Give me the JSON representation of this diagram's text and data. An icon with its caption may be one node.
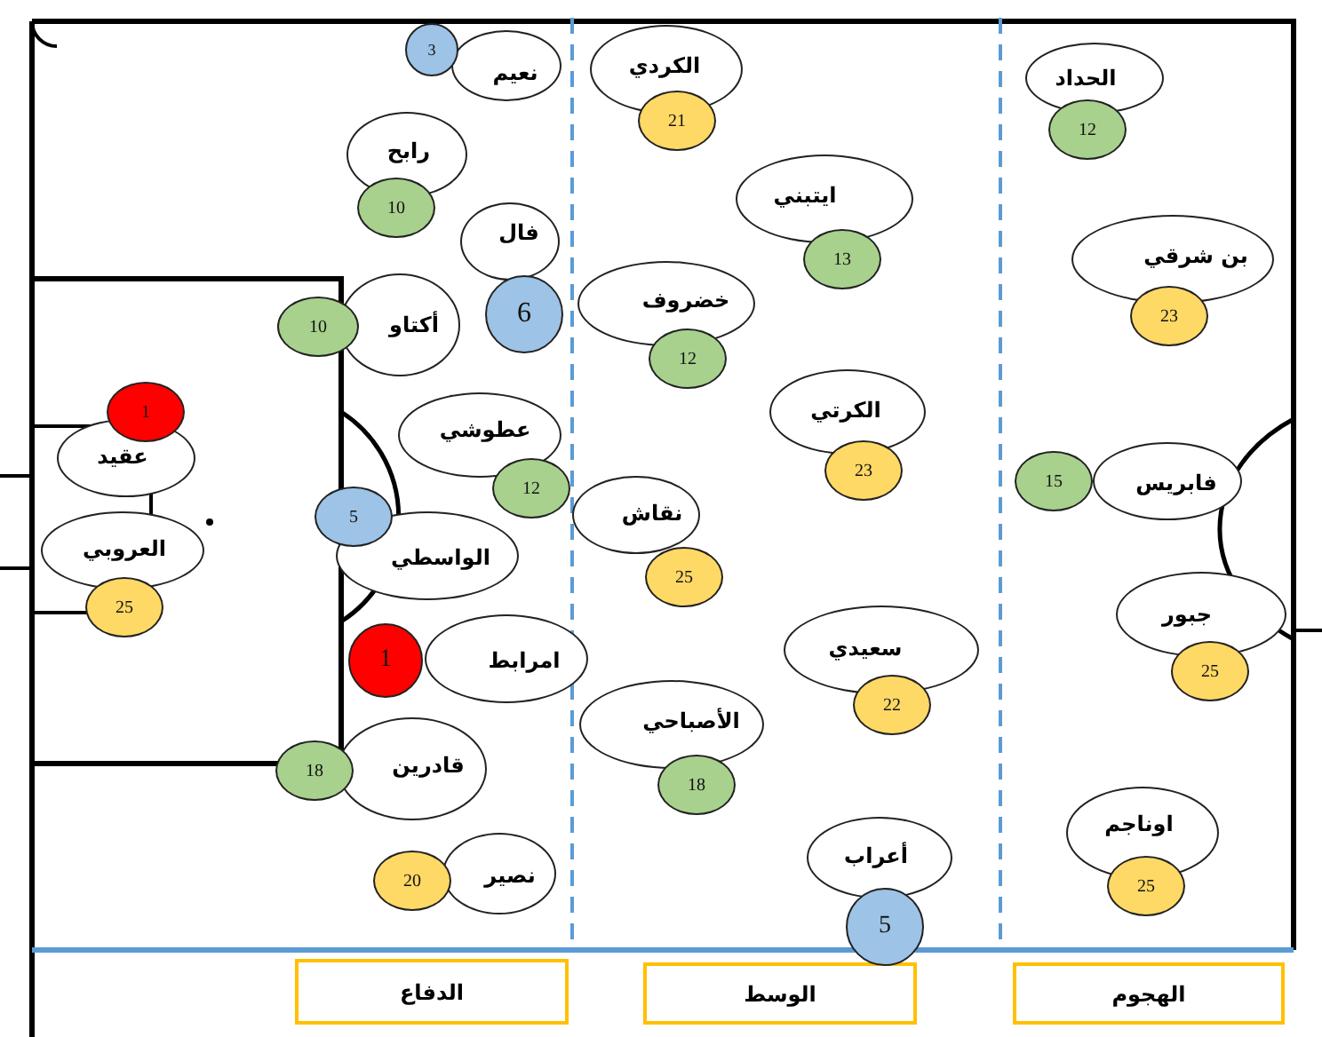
{
  "diagram": {
    "nodes": [
      {
        "text": [
          "نعيم"
        ]
      },
      {
        "text": [
          "3"
        ]
      },
      {
        "text": [
          "رابح"
        ]
      },
      {
        "text": [
          "10"
        ]
      },
      {
        "text": [
          "فال"
        ]
      },
      {
        "text": [
          "6"
        ]
      },
      {
        "text": [
          "أكتاو"
        ]
      },
      {
        "text": [
          "10"
        ]
      },
      {
        "text": [
          "عقيد"
        ]
      },
      {
        "text": [
          "1"
        ]
      },
      {
        "text": [
          "عطوشي"
        ]
      },
      {
        "text": [
          "12"
        ]
      },
      {
        "text": [
          "الواسطي"
        ]
      },
      {
        "text": [
          "5"
        ]
      },
      {
        "text": [
          "العروبي"
        ]
      },
      {
        "text": [
          "25"
        ]
      },
      {
        "text": [
          "امرابط"
        ]
      },
      {
        "text": [
          "1"
        ]
      },
      {
        "text": [
          "قادرين"
        ]
      },
      {
        "text": [
          "18"
        ]
      },
      {
        "text": [
          "نصير"
        ]
      },
      {
        "text": [
          "20"
        ]
      },
      {
        "text": [
          "الكردي"
        ]
      },
      {
        "text": [
          "21"
        ]
      },
      {
        "text": [
          "ايتبني"
        ]
      },
      {
        "text": [
          "13"
        ]
      },
      {
        "text": [
          "خضروف"
        ]
      },
      {
        "text": [
          "12"
        ]
      },
      {
        "text": [
          "الكرتي"
        ]
      },
      {
        "text": [
          "23"
        ]
      },
      {
        "text": [
          "نقاش"
        ]
      },
      {
        "text": [
          "25"
        ]
      },
      {
        "text": [
          "سعيدي"
        ]
      },
      {
        "text": [
          "22"
        ]
      },
      {
        "text": [
          "الأصباحي"
        ]
      },
      {
        "text": [
          "18"
        ]
      },
      {
        "text": [
          "أعراب"
        ]
      },
      {
        "text": [
          "5"
        ]
      },
      {
        "text": [
          "الحداد"
        ]
      },
      {
        "text": [
          "12"
        ]
      },
      {
        "text": [
          "بن شرقي"
        ]
      },
      {
        "text": [
          "23"
        ]
      },
      {
        "text": [
          "فابريس"
        ]
      },
      {
        "text": [
          "15"
        ]
      },
      {
        "text": [
          "جبور"
        ]
      },
      {
        "text": [
          "25"
        ]
      },
      {
        "text": [
          "اوناجم"
        ]
      },
      {
        "text": [
          "25"
        ]
      },
      {
        "text": [
          "الدفاع"
        ]
      },
      {
        "text": [
          "الوسط"
        ]
      },
      {
        "text": [
          "الهجوم"
        ]
      }
    ]
  }
}
